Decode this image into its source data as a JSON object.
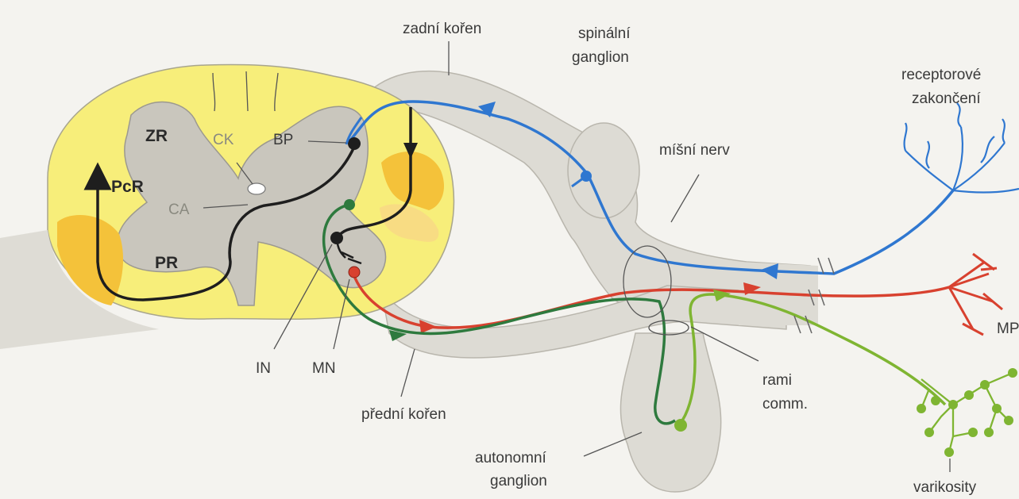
{
  "labels": {
    "dorsal_root": "zadní kořen",
    "spinal_ganglion_l1": "spinální",
    "spinal_ganglion_l2": "ganglion",
    "receptor_l1": "receptorové",
    "receptor_l2": "zakončení",
    "spinal_nerve": "míšní nerv",
    "zr": "ZR",
    "ck": "CK",
    "bp": "BP",
    "pcr": "PcR",
    "ca": "CA",
    "pr": "PR",
    "in": "IN",
    "mn": "MN",
    "ventral_root": "přední kořen",
    "rami_l1": "rami",
    "rami_l2": "comm.",
    "autonomic_l1": "autonomní",
    "autonomic_l2": "ganglion",
    "varicosity": "varikosity",
    "mp": "MP"
  },
  "colors": {
    "cord_yellow": "#f7ee7a",
    "gray_matter": "#c9c6bd",
    "nerve_gray": "#dddbd4",
    "orange": "#f4c23a",
    "sensory_blue": "#2f77d0",
    "motor_red": "#d8412f",
    "autonomic_dark_green": "#2e7a3e",
    "autonomic_light_green": "#7fb532",
    "tract_black": "#1e1e1e"
  }
}
